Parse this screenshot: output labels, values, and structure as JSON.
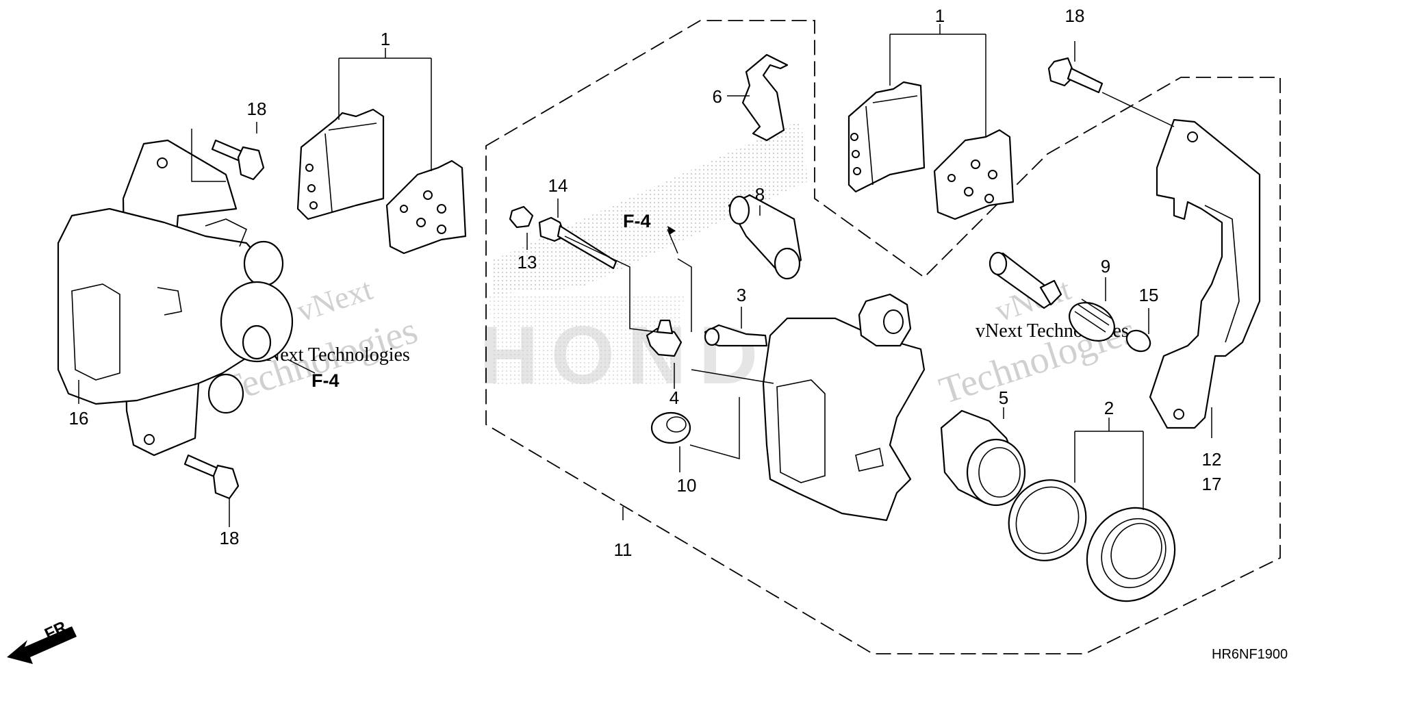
{
  "diagram_code": "HR6NF1900",
  "front_indicator": "FR.",
  "reference_label": "F-4",
  "watermark": {
    "brand": "vNext",
    "technologies": "Technologies",
    "full": "vNext Technologies"
  },
  "callouts": {
    "pad_left": "1",
    "pad_right": "1",
    "seal": "2",
    "bleeder": "3",
    "bleeder_cap": "4",
    "piston": "5",
    "pad_spring": "6",
    "pin_boot": "8",
    "boot_9": "9",
    "boot_10": "10",
    "caliper_assy": "11",
    "bracket_a": "12",
    "bracket_b": "17",
    "cap_13": "13",
    "pin_14": "14",
    "pin_15": "15",
    "caliper_left": "16",
    "bolt_top_left": "18",
    "bolt_bottom_left": "18",
    "bolt_top_right": "18"
  }
}
